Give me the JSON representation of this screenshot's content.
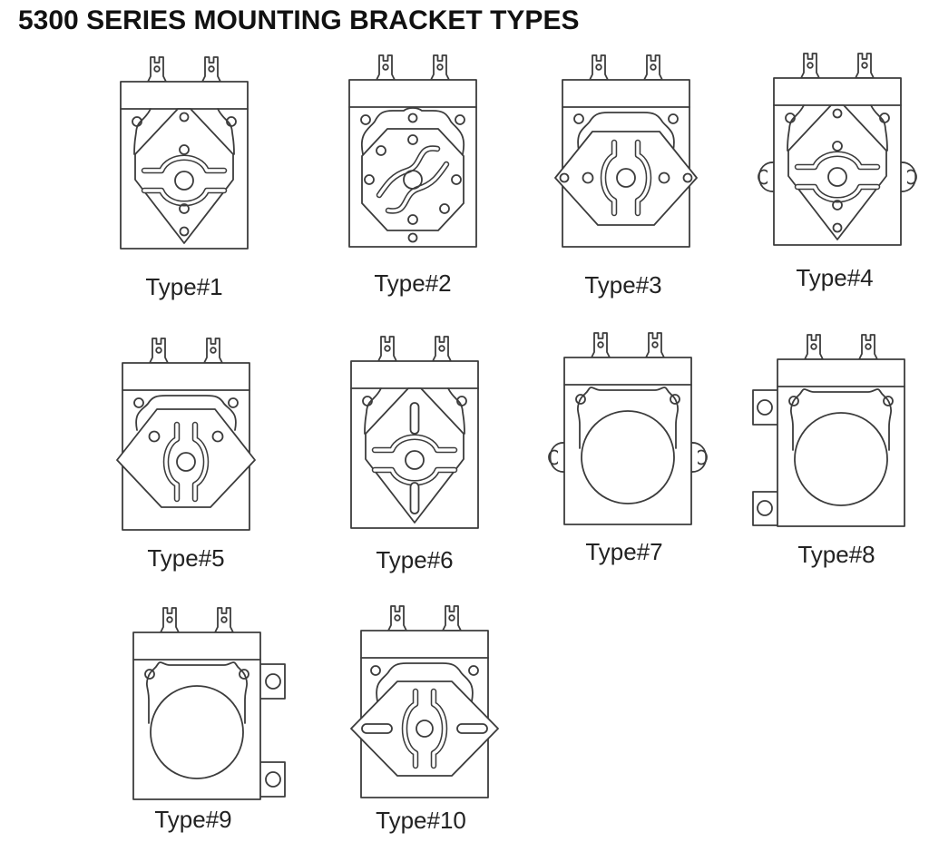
{
  "title": "5300 SERIES MOUNTING BRACKET TYPES",
  "figures": [
    {
      "label": "Type#1"
    },
    {
      "label": "Type#2"
    },
    {
      "label": "Type#3"
    },
    {
      "label": "Type#4"
    },
    {
      "label": "Type#5"
    },
    {
      "label": "Type#6"
    },
    {
      "label": "Type#7"
    },
    {
      "label": "Type#8"
    },
    {
      "label": "Type#9"
    },
    {
      "label": "Type#10"
    }
  ],
  "colors": {
    "line": "#3c3c3c",
    "background": "#ffffff",
    "text": "#222222",
    "title_text": "#111111"
  }
}
